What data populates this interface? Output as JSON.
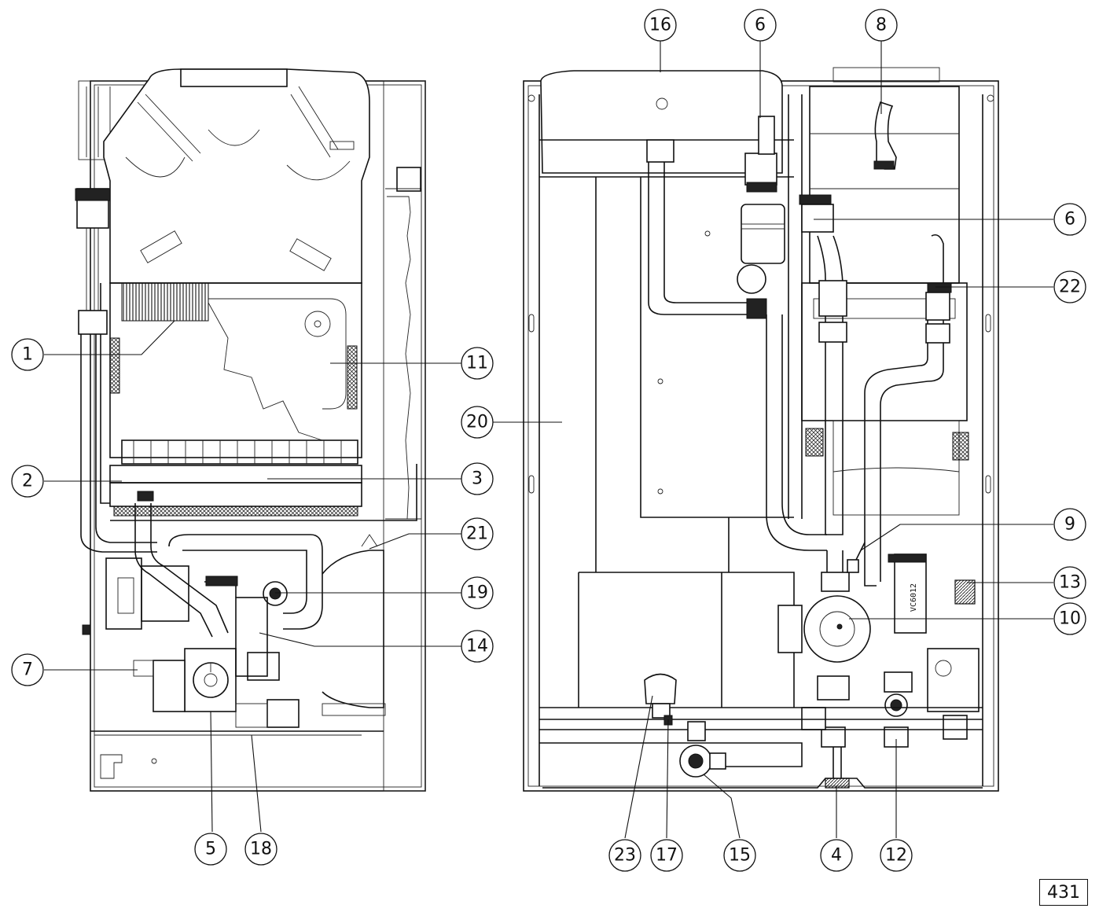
{
  "reference_number": "431",
  "left_view_callouts": [
    "1",
    "11",
    "2",
    "3",
    "21",
    "19",
    "14",
    "7",
    "5",
    "18"
  ],
  "right_view_callouts": [
    "16",
    "6",
    "8",
    "6",
    "22",
    "20",
    "9",
    "13",
    "10",
    "23",
    "17",
    "15",
    "4",
    "12"
  ],
  "component_marking": "VC6012"
}
